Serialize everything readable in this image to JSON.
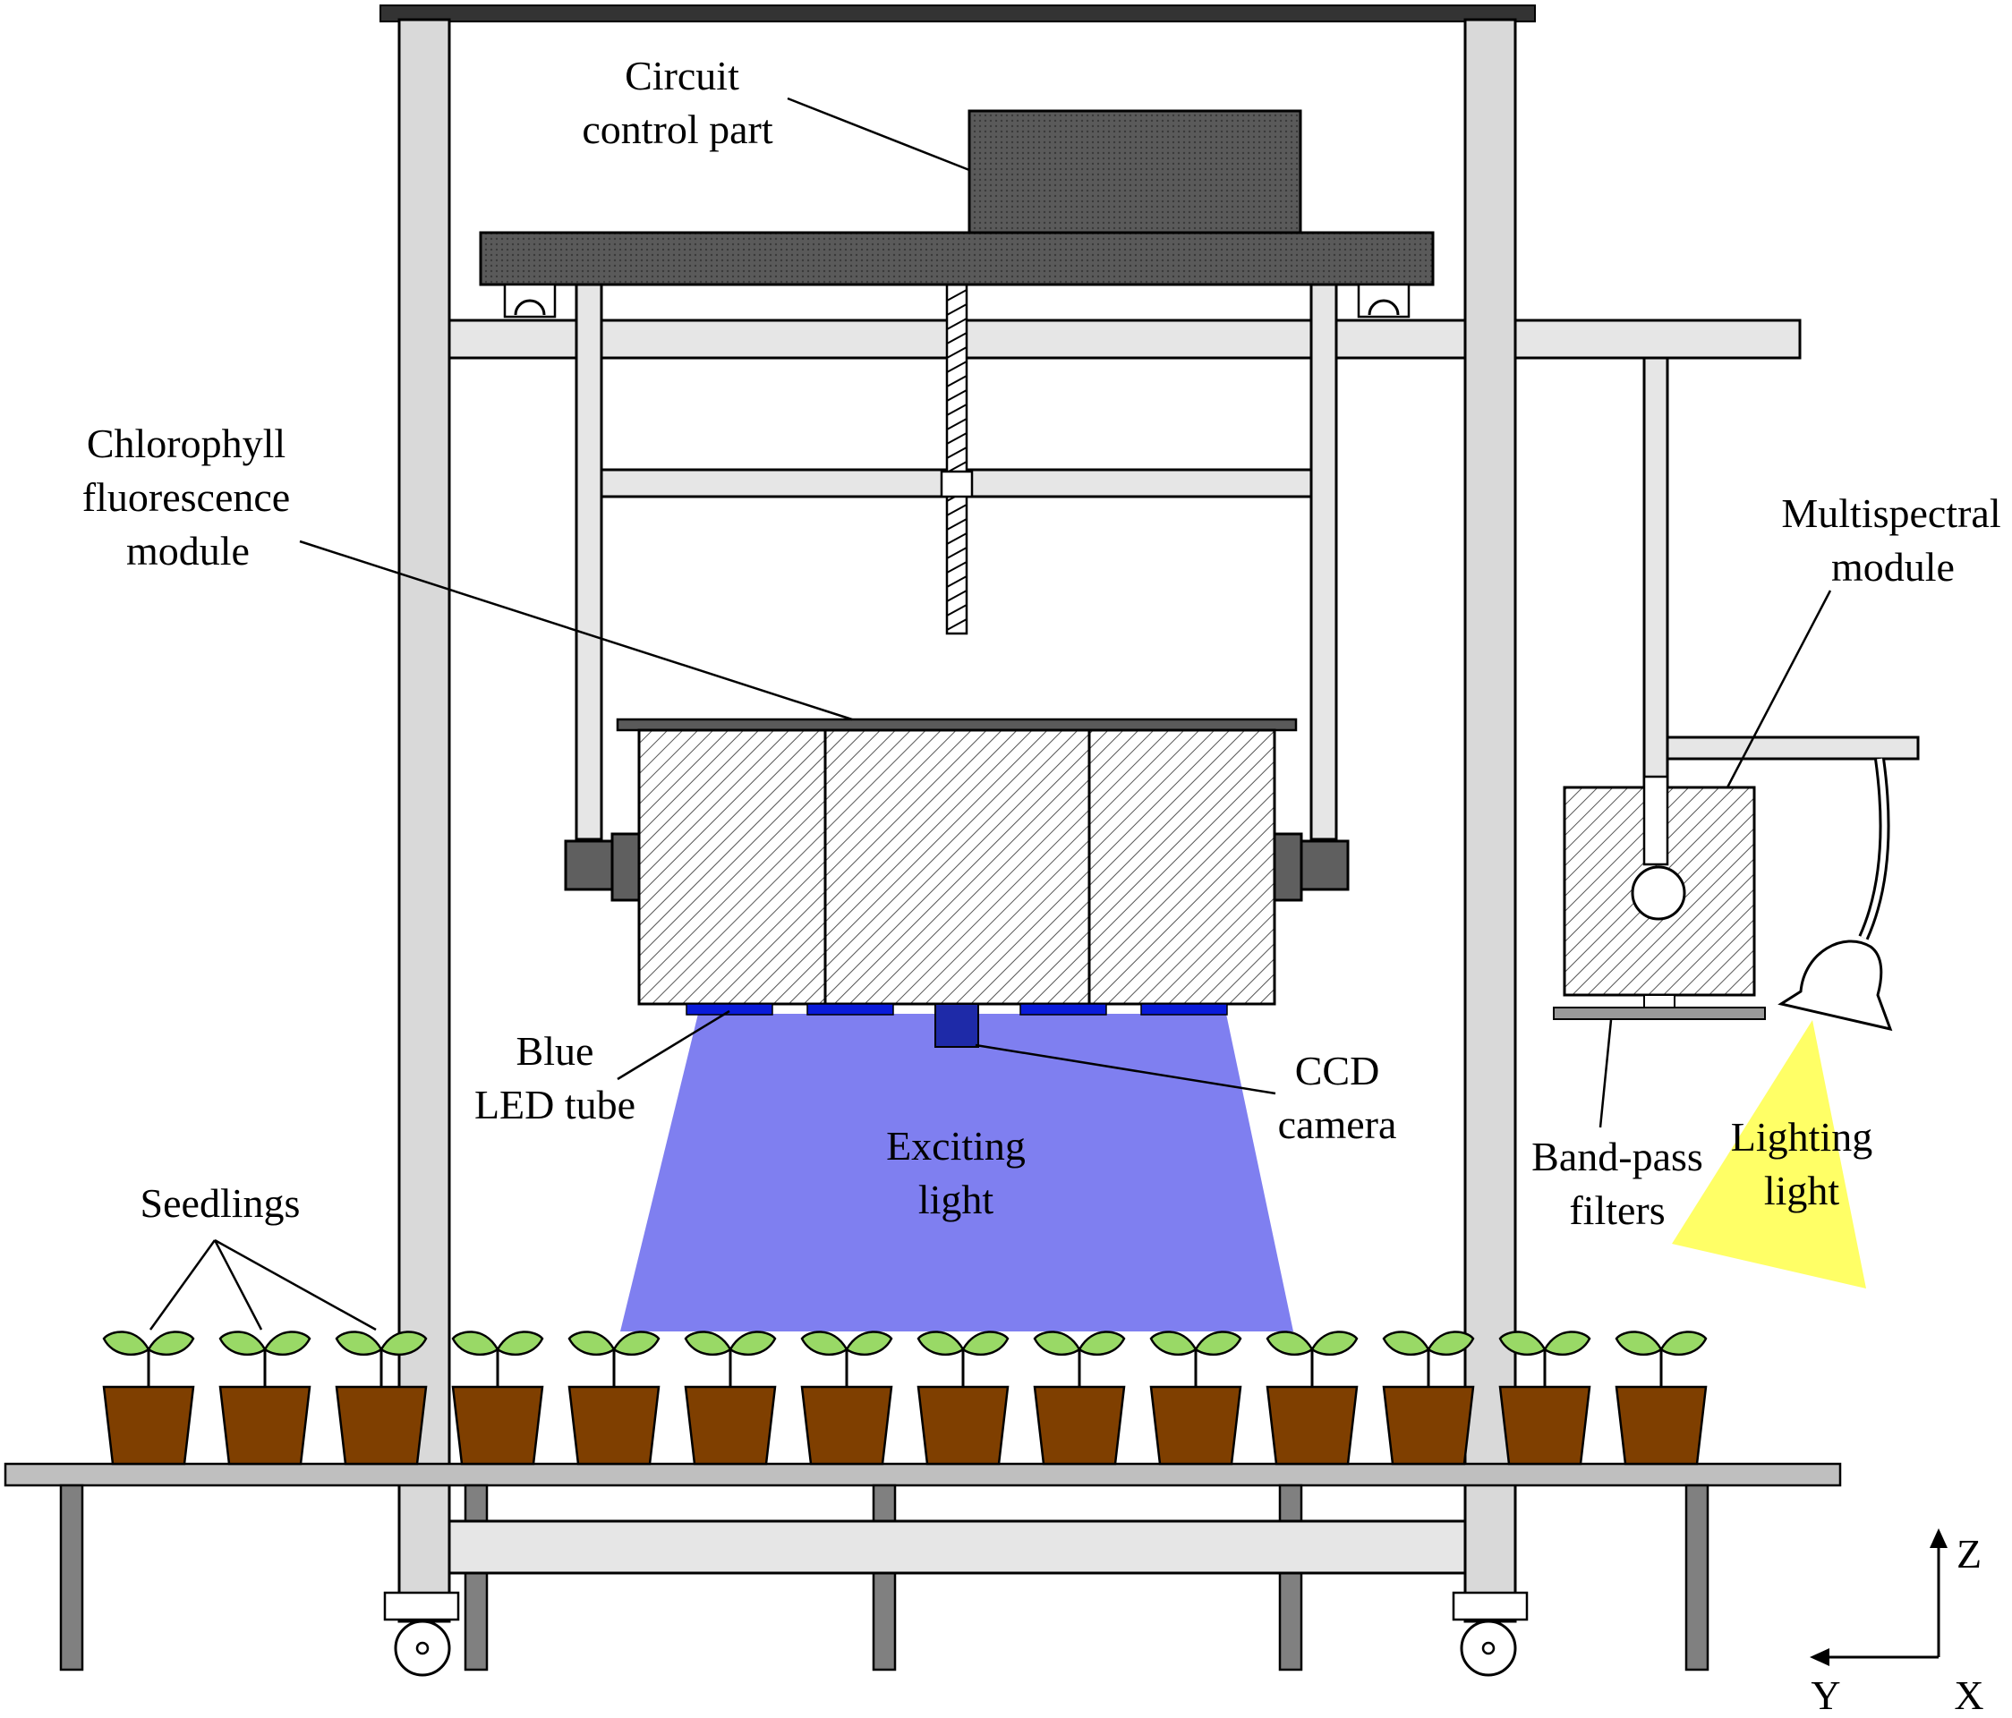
{
  "labels": {
    "circuit_line1": "Circuit",
    "circuit_line2": "control part",
    "chloro_line1": "Chlorophyll",
    "chloro_line2": "fluorescence",
    "chloro_line3": "module",
    "multi_line1": "Multispectral",
    "multi_line2": "module",
    "blue_line1": "Blue",
    "blue_line2": "LED tube",
    "ccd_line1": "CCD",
    "ccd_line2": "camera",
    "exciting_line1": "Exciting",
    "exciting_line2": "light",
    "bandpass_line1": "Band-pass",
    "bandpass_line2": "filters",
    "lighting_line1": "Lighting",
    "lighting_line2": "light",
    "seedlings": "Seedlings"
  },
  "axes": {
    "z": "Z",
    "y": "Y",
    "x": "X"
  },
  "colors": {
    "frame": "#d9d9d9",
    "dark_plate": "#5f5f5f",
    "exciting_light": "#7f7ff0",
    "led": "#0a1bd9",
    "camera": "#1e2aa8",
    "lighting_light": "#ffff66",
    "pot": "#7f3f00",
    "leaf": "#99d966",
    "table": "#bfbfbf",
    "table_leg": "#808080"
  },
  "seedling_count": 14
}
